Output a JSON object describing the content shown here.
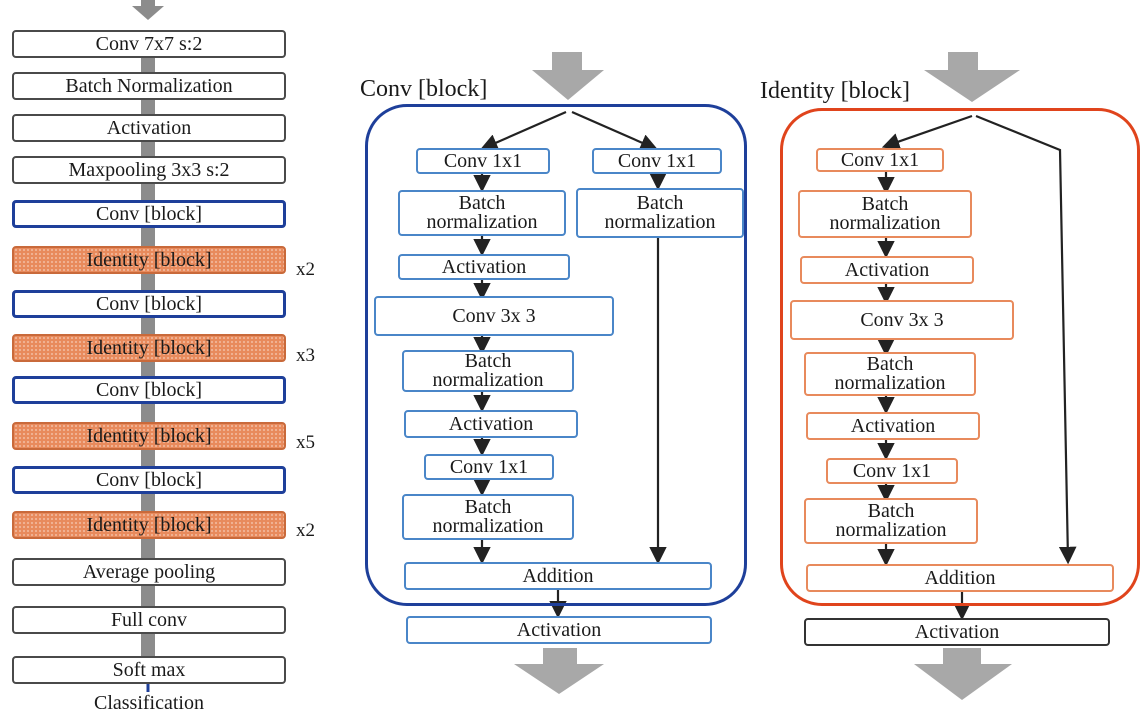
{
  "left_column": {
    "items": [
      {
        "label": "Conv 7x7 s:2"
      },
      {
        "label": "Batch Normalization"
      },
      {
        "label": "Activation"
      },
      {
        "label": "Maxpooling 3x3 s:2"
      },
      {
        "label": "Conv [block]"
      },
      {
        "label": "Identity [block]",
        "repeat": "x2"
      },
      {
        "label": "Conv [block]"
      },
      {
        "label": "Identity [block]",
        "repeat": "x3"
      },
      {
        "label": "Conv [block]"
      },
      {
        "label": "Identity [block]",
        "repeat": "x5"
      },
      {
        "label": "Conv [block]"
      },
      {
        "label": "Identity [block]",
        "repeat": "x2"
      },
      {
        "label": "Average pooling"
      },
      {
        "label": "Full conv"
      },
      {
        "label": "Soft max"
      }
    ],
    "output_label": "Classification"
  },
  "conv_block": {
    "title": "Conv [block]",
    "main_path": [
      {
        "l1": "Conv 1x1"
      },
      {
        "l1": "Batch",
        "l2": "normalization"
      },
      {
        "l1": "Activation"
      },
      {
        "l1": "Conv 3x 3"
      },
      {
        "l1": "Batch",
        "l2": "normalization"
      },
      {
        "l1": "Activation"
      },
      {
        "l1": "Conv 1x1"
      },
      {
        "l1": "Batch",
        "l2": "normalization"
      }
    ],
    "shortcut": [
      {
        "l1": "Conv 1x1"
      },
      {
        "l1": "Batch",
        "l2": "normalization"
      }
    ],
    "addition": "Addition",
    "output": "Activation"
  },
  "identity_block": {
    "title": "Identity [block]",
    "main_path": [
      {
        "l1": "Conv 1x1"
      },
      {
        "l1": "Batch",
        "l2": "normalization"
      },
      {
        "l1": "Activation"
      },
      {
        "l1": "Conv 3x 3"
      },
      {
        "l1": "Batch",
        "l2": "normalization"
      },
      {
        "l1": "Activation"
      },
      {
        "l1": "Conv 1x1"
      },
      {
        "l1": "Batch",
        "l2": "normalization"
      }
    ],
    "addition": "Addition",
    "output": "Activation"
  },
  "colors": {
    "conv_blue": "#1e3f9a",
    "box_blue": "#4a86c8",
    "identity_orange": "#e88a5c",
    "panel_orange": "#e0441c",
    "arrow_gray": "#a0a0a0"
  }
}
